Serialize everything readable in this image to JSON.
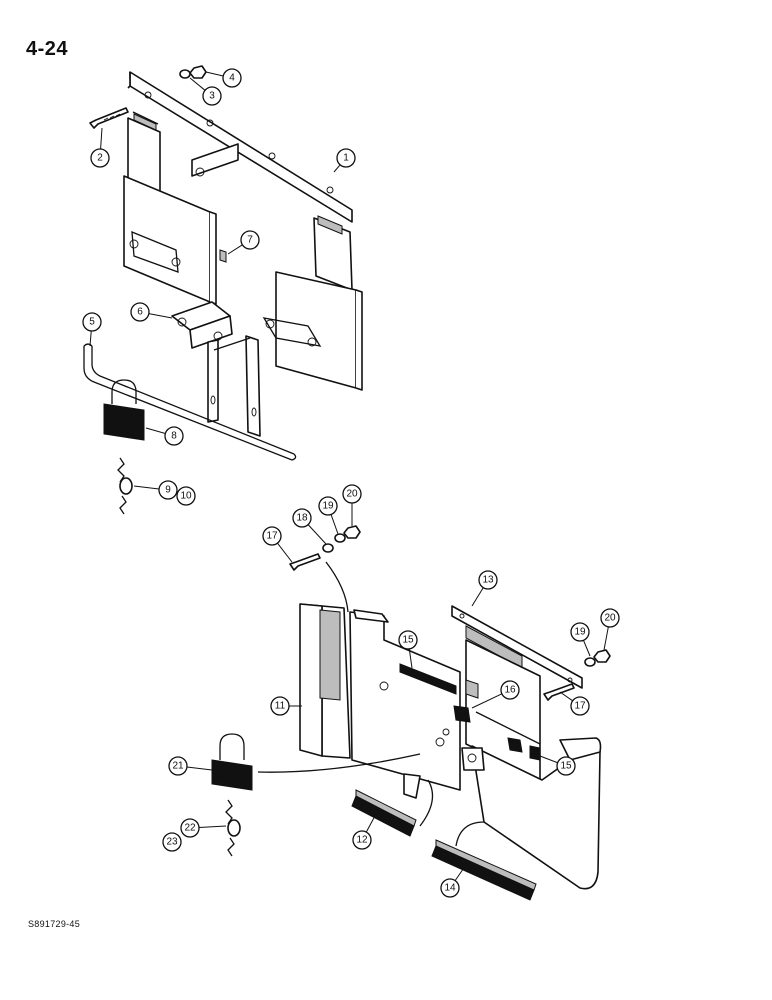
{
  "page_number": "4-24",
  "figure_id": "S891729-45",
  "callouts": [
    "1",
    "2",
    "3",
    "4",
    "5",
    "6",
    "7",
    "8",
    "9",
    "10",
    "11",
    "12",
    "13",
    "14",
    "15",
    "15",
    "16",
    "17",
    "17",
    "18",
    "19",
    "19",
    "20",
    "20",
    "21",
    "22",
    "23"
  ]
}
